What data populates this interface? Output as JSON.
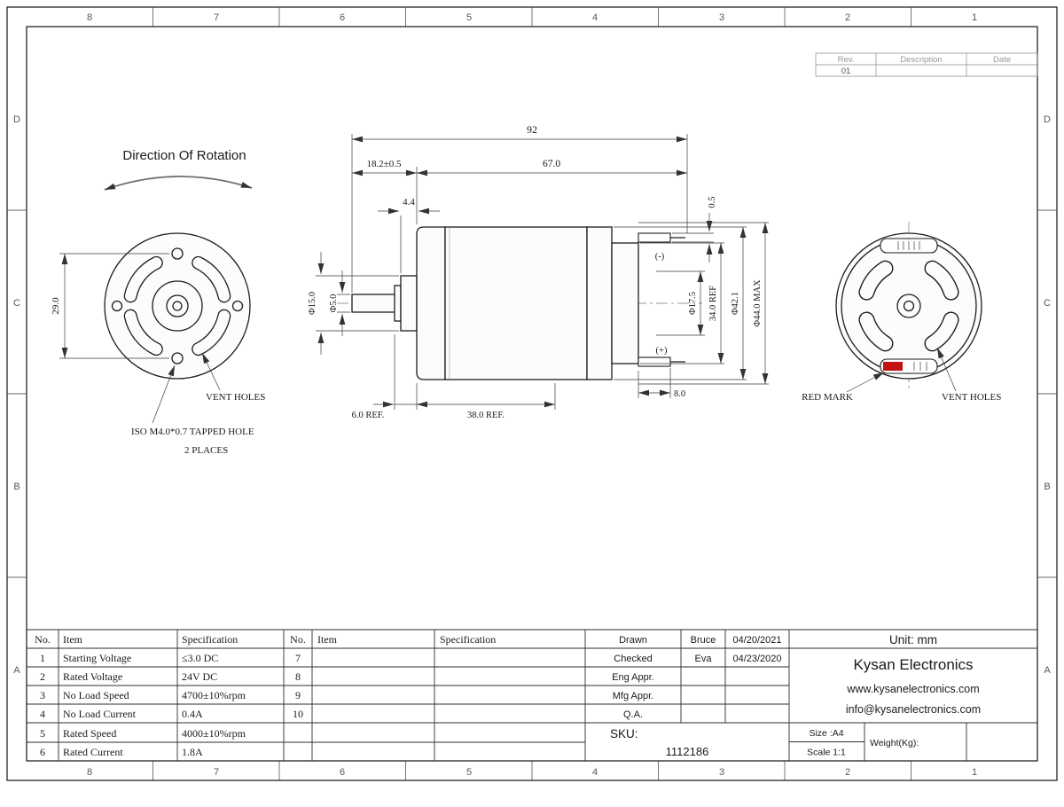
{
  "frame": {
    "cols": [
      "8",
      "7",
      "6",
      "5",
      "4",
      "3",
      "2",
      "1"
    ],
    "rows": [
      "D",
      "C",
      "B",
      "A"
    ]
  },
  "rev_table": {
    "rev_header": "Rev.",
    "description_header": "Description",
    "date_header": "Date",
    "rev_value": "01"
  },
  "drawing": {
    "direction_label": "Direction Of Rotation",
    "front": {
      "hole_spacing": "29.0",
      "vent_holes": "VENT HOLES",
      "tapped_hole": "ISO M4.0*0.7 TAPPED HOLE",
      "places": "2 PLACES"
    },
    "side": {
      "overall": "92",
      "shaft_len": "18.2±0.5",
      "body_len": "67.0",
      "pilot_len": "4.4",
      "boss_dia": "Φ15.0",
      "shaft_dia": "Φ5.0",
      "neg": "(-)",
      "pos": "(+)",
      "terminal_dia": "Φ17.5",
      "endcap_dia": "34.0 REF",
      "can_dia": "Φ42.1",
      "max_dia": "Φ44.0 MAX",
      "terminal_thk": "0.5",
      "terminal_len": "8.0",
      "front_ref": "6.0 REF.",
      "magnet_ref": "38.0 REF."
    },
    "rear": {
      "red_mark": "RED MARK",
      "vent_holes": "VENT HOLES"
    }
  },
  "spec_table": {
    "headers": [
      "No.",
      "Item",
      "Specification",
      "No.",
      "Item",
      "Specification"
    ],
    "rows": [
      [
        "1",
        "Starting Voltage",
        "≤3.0 DC",
        "7",
        "",
        ""
      ],
      [
        "2",
        "Rated Voltage",
        "24V DC",
        "8",
        "",
        ""
      ],
      [
        "3",
        "No Load Speed",
        "4700±10%rpm",
        "9",
        "",
        ""
      ],
      [
        "4",
        "No Load Current",
        "0.4A",
        "10",
        "",
        ""
      ],
      [
        "5",
        "Rated Speed",
        "4000±10%rpm",
        "",
        "",
        ""
      ],
      [
        "6",
        "Rated Current",
        "1.8A",
        "",
        "",
        ""
      ]
    ]
  },
  "title_block": {
    "approvals": [
      {
        "label": "Drawn",
        "name": "Bruce",
        "date": "04/20/2021"
      },
      {
        "label": "Checked",
        "name": "Eva",
        "date": "04/23/2020"
      },
      {
        "label": "Eng Appr.",
        "name": "",
        "date": ""
      },
      {
        "label": "Mfg Appr.",
        "name": "",
        "date": ""
      },
      {
        "label": "Q.A.",
        "name": "",
        "date": ""
      }
    ],
    "unit": "Unit: mm",
    "company": "Kysan Electronics",
    "website": "www.kysanelectronics.com",
    "email": "info@kysanelectronics.com",
    "sku_label": "SKU:",
    "sku_value": "1112186",
    "size": "Size :A4",
    "scale": "Scale 1:1",
    "weight": "Weight(Kg):"
  },
  "colors": {
    "red_mark": "#c41212"
  }
}
